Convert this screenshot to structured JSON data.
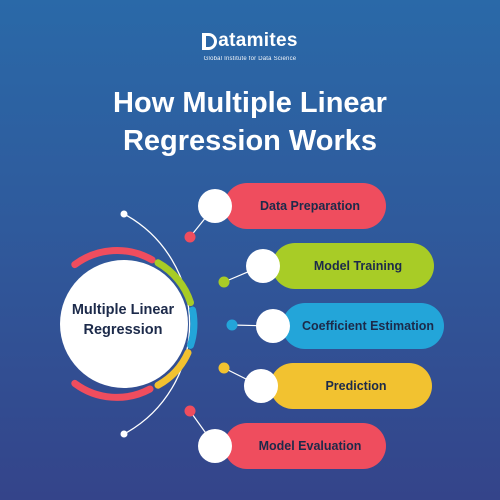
{
  "brand": {
    "name": "atamites",
    "tagline": "Global Institute for Data Science"
  },
  "title": {
    "line1": "How Multiple Linear",
    "line2": "Regression Works"
  },
  "center": {
    "line1": "Multiple Linear",
    "line2": "Regression"
  },
  "steps": [
    {
      "label": "Data Preparation",
      "color": "#ef4d5e"
    },
    {
      "label": "Model Training",
      "color": "#a8cc26"
    },
    {
      "label": "Coefficient Estimation",
      "color": "#23a5d9"
    },
    {
      "label": "Prediction",
      "color": "#f2c230"
    },
    {
      "label": "Model Evaluation",
      "color": "#ef4d5e"
    }
  ]
}
